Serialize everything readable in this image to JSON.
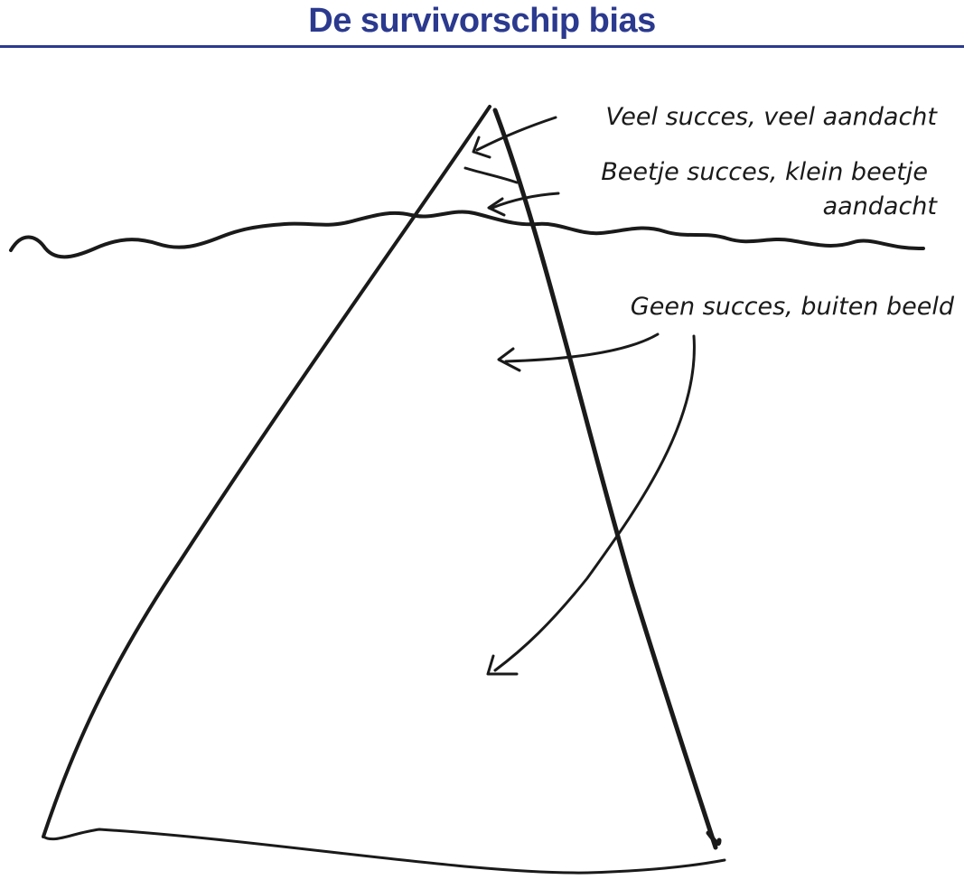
{
  "title": "De survivorschip bias",
  "colors": {
    "title": "#2b3a8f",
    "rule": "#2b3a8f",
    "ink": "#1a1a1a"
  },
  "annotations": {
    "veel": "Veel succes, veel aandacht",
    "beetje_line1": "Beetje succes, klein beetje",
    "beetje_line2": "aandacht",
    "geen": "Geen succes, buiten beeld"
  }
}
